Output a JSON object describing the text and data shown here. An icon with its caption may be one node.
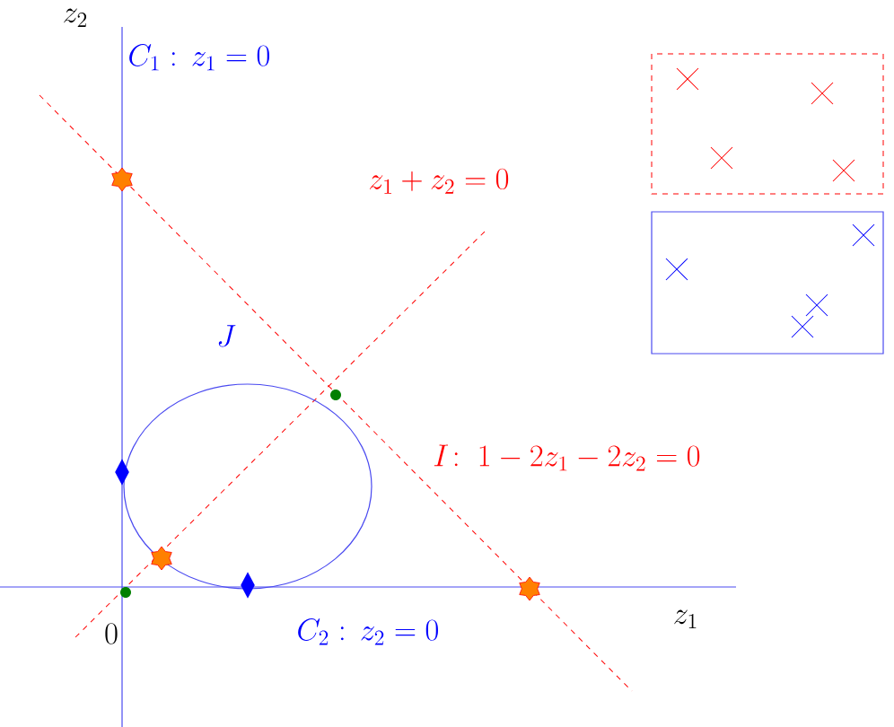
{
  "diagram": {
    "labels": [
      "z_2",
      "C_1 :\\, z_1 = 0",
      "z_1 + z_2 = 0",
      "J",
      "I\\!:\\; 1 - 2z_1 - 2z_2 = 0",
      "0",
      "C_2 :\\, z_2 = 0",
      "z_1"
    ]
  }
}
